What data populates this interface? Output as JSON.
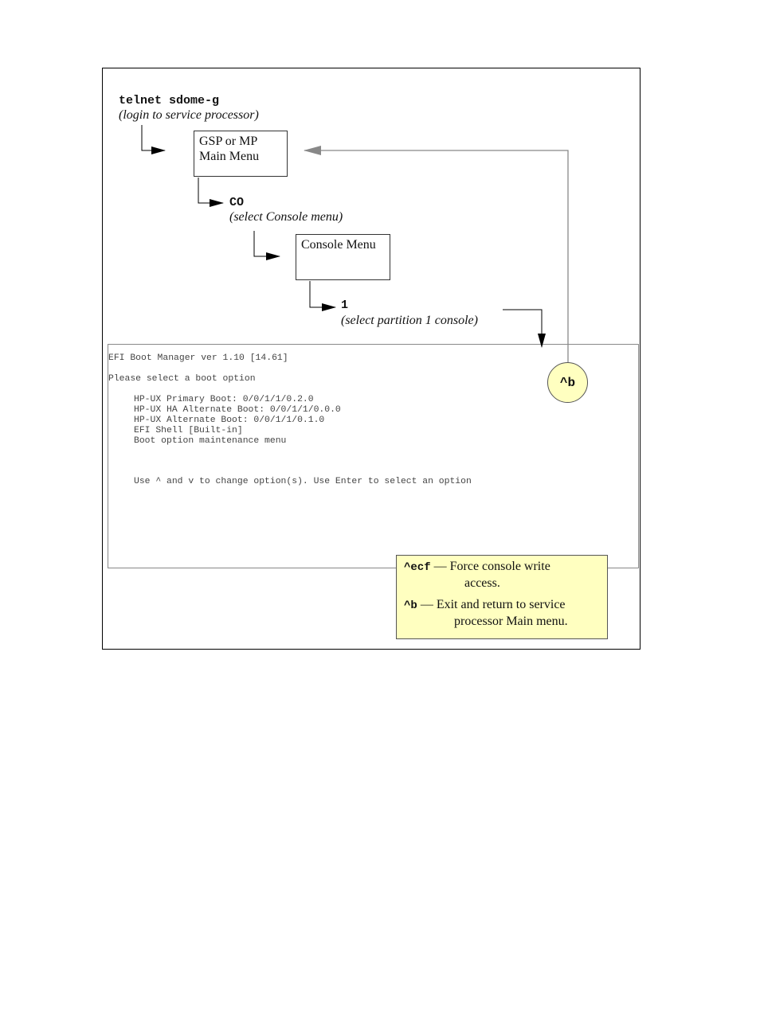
{
  "login": {
    "command": "telnet sdome-g",
    "note": "(login to service processor)"
  },
  "main_menu": {
    "line1": "GSP or MP",
    "line2": "Main Menu"
  },
  "console_step": {
    "command": "CO",
    "note": "(select Console menu)"
  },
  "console_menu": {
    "label": "Console Menu"
  },
  "partition_step": {
    "command": "1",
    "note": "(select partition 1 console)"
  },
  "efi": {
    "title": "EFI Boot Manager ver 1.10 [14.61]",
    "prompt": "Please select a boot option",
    "options": [
      "HP-UX Primary Boot: 0/0/1/1/0.2.0",
      "HP-UX HA Alternate Boot: 0/0/1/1/0.0.0",
      "HP-UX Alternate Boot: 0/0/1/1/0.1.0",
      "EFI Shell [Built-in]",
      "Boot option maintenance menu"
    ],
    "help": "Use ^ and v to change option(s). Use Enter to select an option"
  },
  "break_key": {
    "label": "^b"
  },
  "legend": {
    "ecf_key": "^ecf",
    "ecf_text": " — Force console write",
    "ecf_cont": "access.",
    "b_key": "^b",
    "b_text": " — Exit and return to service",
    "b_cont": "processor Main menu."
  },
  "colors": {
    "legend_fill": "#ffffc0",
    "return_arrow": "#888888"
  }
}
